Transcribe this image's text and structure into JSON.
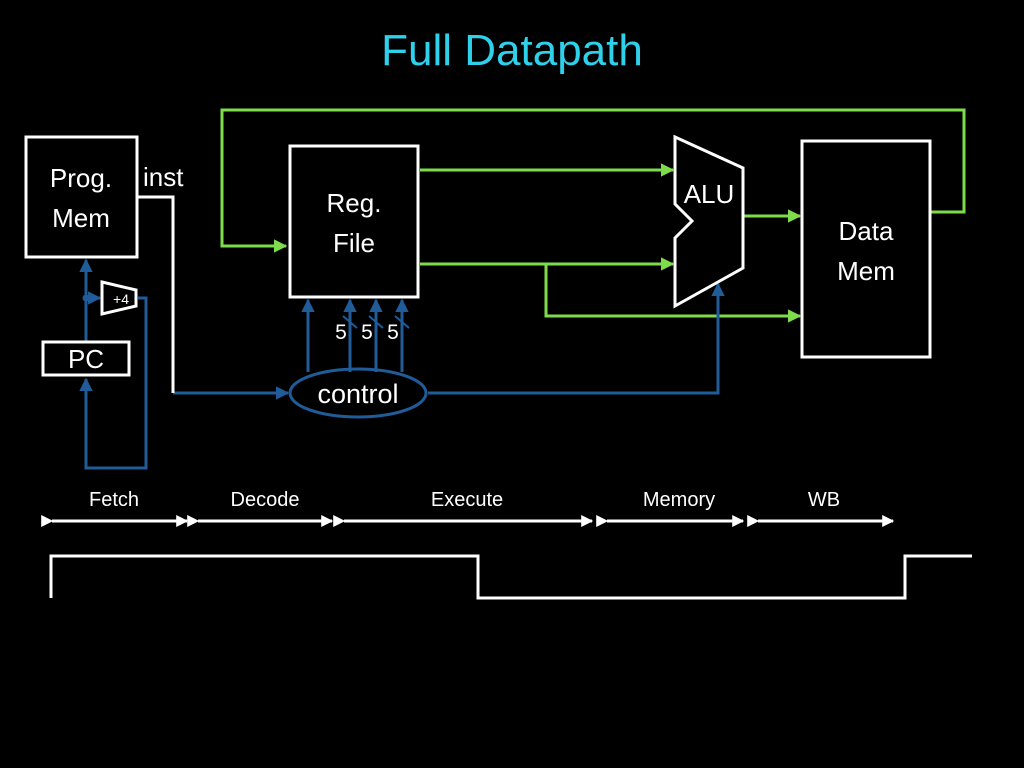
{
  "title": "Full Datapath",
  "components": {
    "prog_mem": [
      "Prog.",
      "Mem"
    ],
    "inst_label": "inst",
    "pc_label": "PC",
    "adder_label": "+4",
    "reg_file": [
      "Reg.",
      "File"
    ],
    "alu_label": "ALU",
    "data_mem": [
      "Data",
      "Mem"
    ],
    "control_label": "control",
    "reg_select_widths": [
      "5",
      "5",
      "5"
    ]
  },
  "stages": [
    "Fetch",
    "Decode",
    "Execute",
    "Memory",
    "WB"
  ],
  "colors": {
    "background": "#000000",
    "title": "#2FD0EA",
    "component": "#FFFFFF",
    "datapath_wire": "#7EDB4B",
    "control_wire": "#1F5C99",
    "instruction_wire": "#FFFFFF"
  }
}
